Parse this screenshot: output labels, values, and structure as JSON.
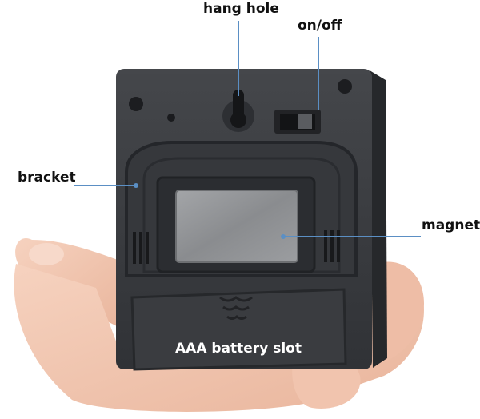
{
  "labels": {
    "hang_hole": "hang hole",
    "on_off": "on/off",
    "bracket": "bracket",
    "magnet": "magnet",
    "battery_slot": "AAA battery slot"
  },
  "colors": {
    "device_body": "#3b3d41",
    "device_dark": "#2a2c30",
    "magnet": "#8d8f92",
    "skin": "#f3c8b2",
    "leader_line": "#5b8fc4"
  }
}
